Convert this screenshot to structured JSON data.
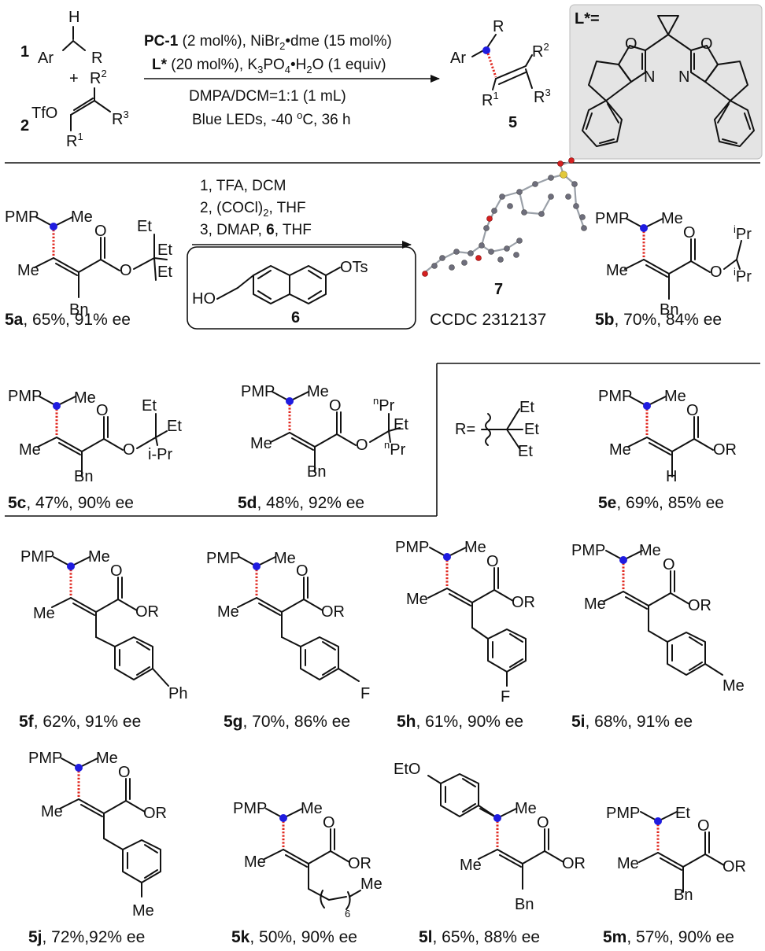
{
  "scheme": {
    "reactant1": {
      "number": "1",
      "groups": {
        "h": "H",
        "ar": "Ar",
        "r": "R"
      }
    },
    "plus": "+",
    "reactant2": {
      "number": "2",
      "groups": {
        "tfo": "TfO",
        "r1": "R",
        "r1_sup": "1",
        "r2": "R",
        "r2_sup": "2",
        "r3": "R",
        "r3_sup": "3"
      }
    },
    "conditions": {
      "line1": {
        "bold": "PC-1",
        "text": " (2 mol%), NiBr",
        "sub": "2",
        "text2": "•dme (15 mol%)"
      },
      "line2": {
        "bold": "L*",
        "text": " (20 mol%), K",
        "sub1": "3",
        "text2": "PO",
        "sub2": "4",
        "text3": "•H",
        "sub3": "2",
        "text4": "O (1 equiv)"
      },
      "line3": "DMPA/DCM=1:1 (1 mL)",
      "line4": {
        "text": "Blue LEDs, -40 ",
        "sup": "o",
        "text2": "C, 36 h"
      }
    },
    "product": {
      "number": "5",
      "groups": {
        "ar": "Ar",
        "r": "R",
        "r1": "R",
        "r1_sup": "1",
        "r2": "R",
        "r2_sup": "2",
        "r3": "R",
        "r3_sup": "3"
      }
    },
    "ligand": {
      "label": "L*=",
      "atoms": {
        "o": "O",
        "n": "N"
      }
    }
  },
  "derivatization": {
    "steps": {
      "step1": "1, TFA, DCM",
      "step2": {
        "text": "2, (COCl)",
        "sub": "2",
        "text2": ", THF"
      },
      "step3": {
        "text": "3, DMAP, ",
        "bold": "6",
        "text2": ", THF"
      }
    },
    "reagent6": {
      "number": "6",
      "ho": "HO",
      "ots": "OTs"
    },
    "crystal": {
      "number": "7",
      "ccdc": "CCDC 2312137"
    }
  },
  "r_definition": {
    "prefix": "R=",
    "groups": [
      "Et",
      "Et",
      "Et"
    ]
  },
  "atoms": {
    "pmp": "PMP",
    "me": "Me",
    "et": "Et",
    "bn": "Bn",
    "o": "O",
    "or": "OR",
    "h": "H",
    "ipr": "Pr",
    "ipr_sup": "i",
    "npr": "Pr",
    "npr_sup": "n",
    "i_pr": "i-Pr",
    "ph": "Ph",
    "f": "F",
    "eto": "EtO",
    "six": "6"
  },
  "compounds": [
    {
      "id": "5a",
      "caption": ", 65%, 91% ee"
    },
    {
      "id": "5b",
      "caption": ", 70%, 84% ee"
    },
    {
      "id": "5c",
      "caption": ", 47%, 90% ee"
    },
    {
      "id": "5d",
      "caption": ", 48%, 92% ee"
    },
    {
      "id": "5e",
      "caption": ", 69%, 85% ee"
    },
    {
      "id": "5f",
      "caption": ", 62%, 91% ee"
    },
    {
      "id": "5g",
      "caption": ", 70%, 86% ee"
    },
    {
      "id": "5h",
      "caption": ", 61%, 90% ee"
    },
    {
      "id": "5i",
      "caption": ", 68%, 91% ee"
    },
    {
      "id": "5j",
      "caption": ", 72%,92% ee"
    },
    {
      "id": "5k",
      "caption": ", 50%, 90% ee"
    },
    {
      "id": "5l",
      "caption": ", 65%, 88% ee"
    },
    {
      "id": "5m",
      "caption": ", 57%, 90% ee"
    }
  ],
  "colors": {
    "stereocenter": "#1f1ce0",
    "dashed_bond": "#e0241b",
    "ligand_box": "#e4e4e4",
    "oxygen_atom": "#d42020",
    "sulfur_atom": "#e2c83a"
  }
}
